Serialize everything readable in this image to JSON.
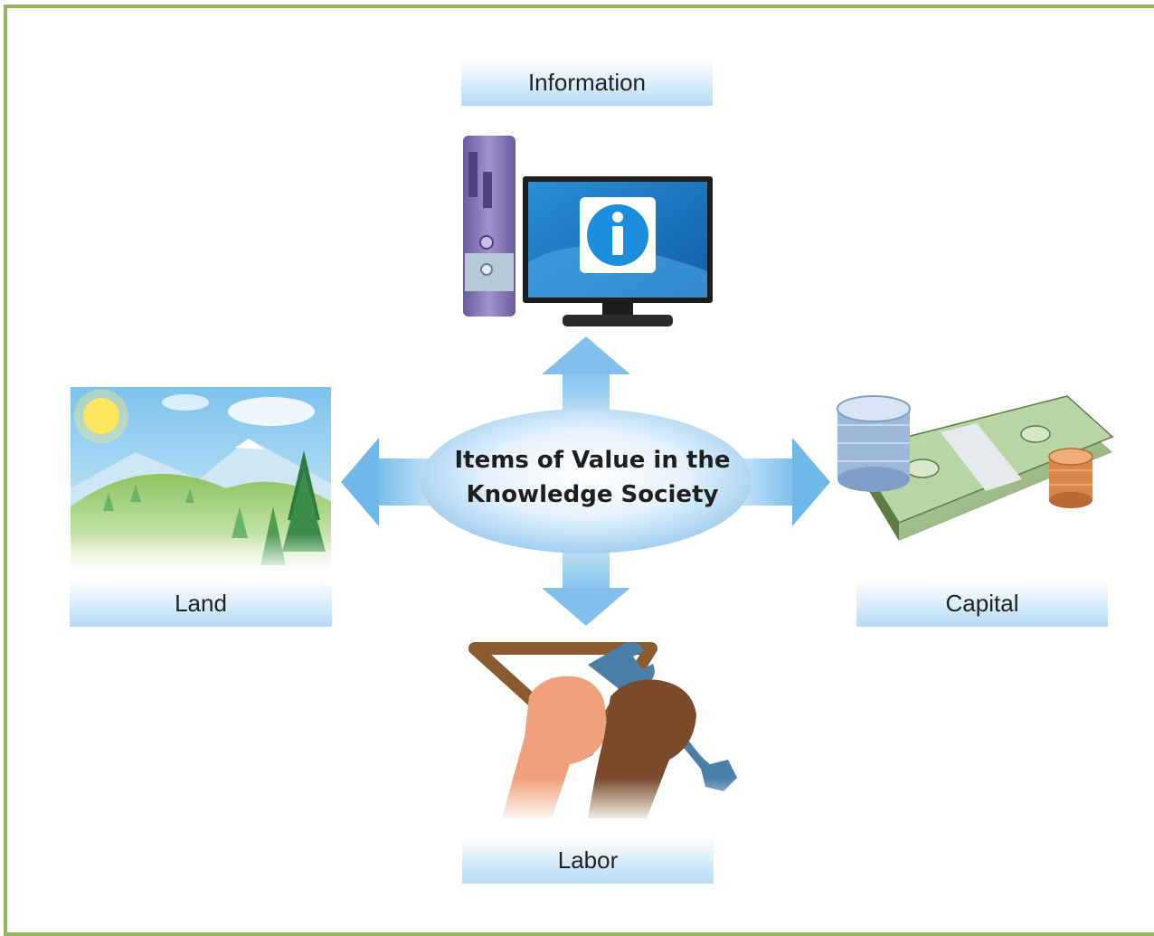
{
  "center": {
    "line1": "Items of Value in the",
    "line2": "Knowledge Society"
  },
  "labels": {
    "top": "Information",
    "left": "Land",
    "right": "Capital",
    "bottom": "Labor"
  },
  "colors": {
    "frame": "#92b45a",
    "arrow": "#9fd0f1",
    "label_band": "#b4dbf5"
  },
  "icons": {
    "information": "computer-info-icon",
    "land": "landscape-icon",
    "capital": "money-icon",
    "labor": "hands-tools-icon"
  }
}
